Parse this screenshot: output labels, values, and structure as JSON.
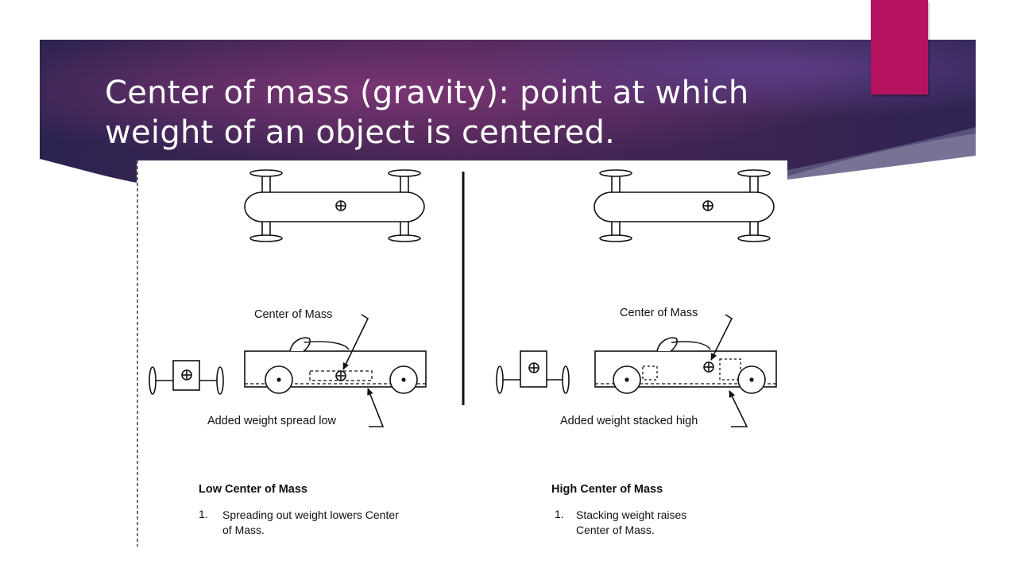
{
  "slide": {
    "title_line1": "Center of mass (gravity): point at which",
    "title_line2": "weight of an object is centered.",
    "colors": {
      "banner_dark": "#2b1f4a",
      "banner_mid": "#5a2a60",
      "banner_accent": "#7b3a7a",
      "accent_tab": "#b5135f"
    }
  },
  "figure": {
    "left_panel": {
      "callout_top": "Center of Mass",
      "callout_bottom": "Added weight spread low",
      "heading": "Low Center of Mass",
      "item_number": "1.",
      "item_text": "Spreading out weight lowers Center of Mass."
    },
    "right_panel": {
      "callout_top": "Center of Mass",
      "callout_bottom": "Added weight stacked high",
      "heading": "High Center of Mass",
      "item_number": "1.",
      "item_text": "Stacking weight raises Center of Mass."
    }
  }
}
